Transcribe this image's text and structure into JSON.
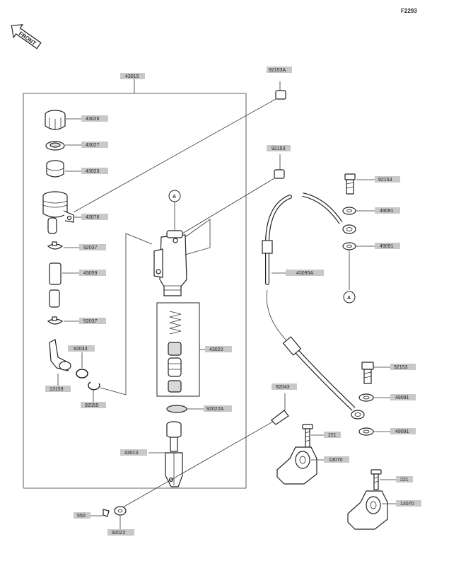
{
  "figure_code": "F2293",
  "front_label": "FRONT",
  "callout": "A",
  "labels": {
    "l43015": "43015",
    "l92153a": "92153A",
    "l43026": "43026",
    "l43027": "43027",
    "l43023": "43023",
    "l43076": "43076",
    "l92037a": "92037",
    "l43059": "43059",
    "l92037b": "92037",
    "l92033": "92033",
    "l13159": "13159",
    "l92055": "92055",
    "l92153b": "92153",
    "l43020": "43020",
    "l92022a": "92022A",
    "l43010": "43010",
    "l92043": "92043",
    "l550": "550",
    "l92022": "92022",
    "l92153c": "92153",
    "l49091a": "49091",
    "l49091b": "49091",
    "l43095a": "43095A",
    "l92153d": "92153",
    "l49091c": "49091",
    "l49091d": "49091",
    "l221a": "221",
    "l13070a": "13070",
    "l221b": "221",
    "l13070b": "13070"
  }
}
